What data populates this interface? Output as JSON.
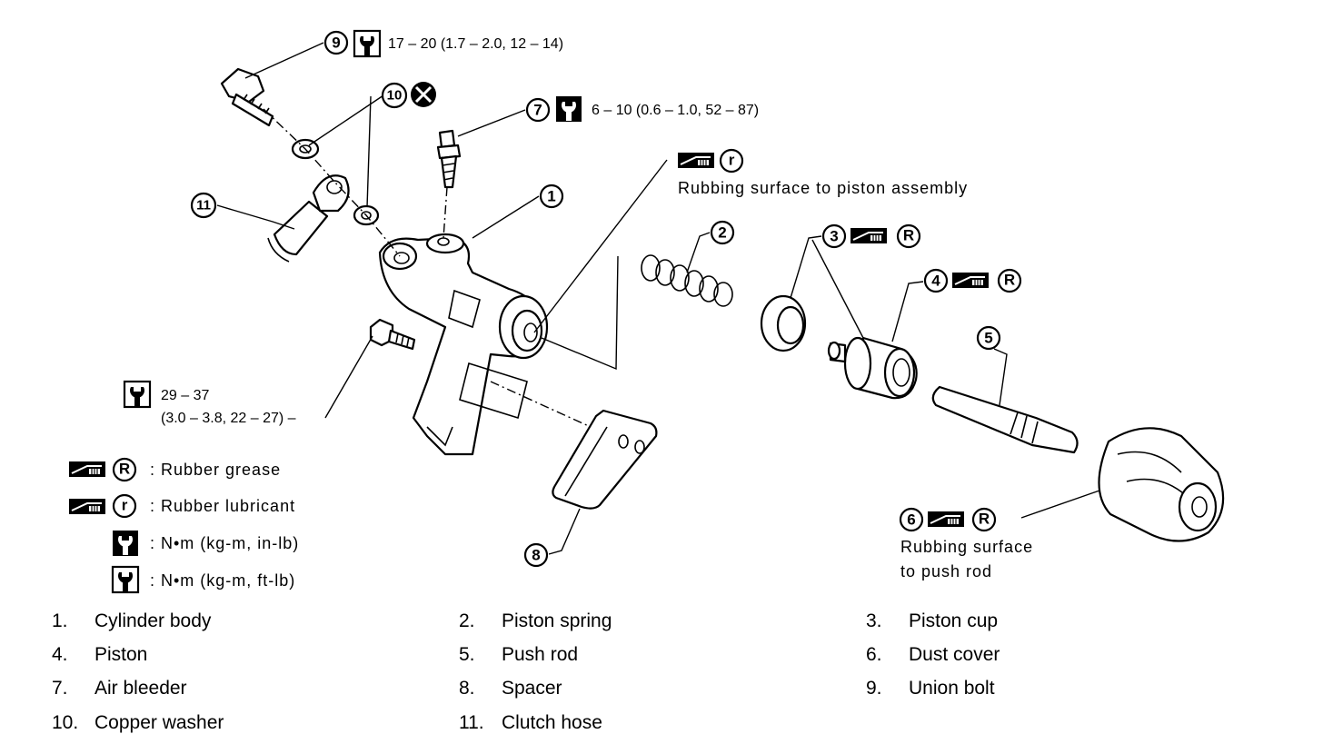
{
  "callouts": {
    "c1": "1",
    "c2": "2",
    "c3": "3",
    "c4": "4",
    "c5": "5",
    "c6": "6",
    "c7": "7",
    "c8": "8",
    "c9": "9",
    "c10": "10",
    "c11": "11"
  },
  "annotations": {
    "union_bolt_torque": "17 – 20 (1.7 – 2.0, 12 – 14)",
    "air_bleeder_torque": "6 – 10 (0.6 – 1.0, 52 – 87)",
    "cylinder_bolt_torque_line1": "29 – 37",
    "cylinder_bolt_torque_line2": "(3.0 – 3.8, 22 – 27) –",
    "rubbing_piston": "Rubbing surface to piston assembly",
    "rubbing_push_rod_line1": "Rubbing surface",
    "rubbing_push_rod_line2": "to push rod"
  },
  "symbols": {
    "grease_letter_upper": "R",
    "lubricant_letter_lower": "r"
  },
  "legend": [
    {
      "symbol": "grease-R",
      "text": ": Rubber grease"
    },
    {
      "symbol": "lubricant-r",
      "text": ": Rubber lubricant"
    },
    {
      "symbol": "torque-in-lb",
      "text": ": N•m (kg-m, in-lb)"
    },
    {
      "symbol": "torque-ft-lb",
      "text": ": N•m (kg-m, ft-lb)"
    }
  ],
  "parts": [
    {
      "num": "1.",
      "name": "Cylinder body"
    },
    {
      "num": "2.",
      "name": "Piston spring"
    },
    {
      "num": "3.",
      "name": "Piston cup"
    },
    {
      "num": "4.",
      "name": "Piston"
    },
    {
      "num": "5.",
      "name": "Push rod"
    },
    {
      "num": "6.",
      "name": "Dust cover"
    },
    {
      "num": "7.",
      "name": "Air bleeder"
    },
    {
      "num": "8.",
      "name": "Spacer"
    },
    {
      "num": "9.",
      "name": "Union bolt"
    },
    {
      "num": "10.",
      "name": "Copper washer"
    },
    {
      "num": "11.",
      "name": "Clutch hose"
    }
  ]
}
